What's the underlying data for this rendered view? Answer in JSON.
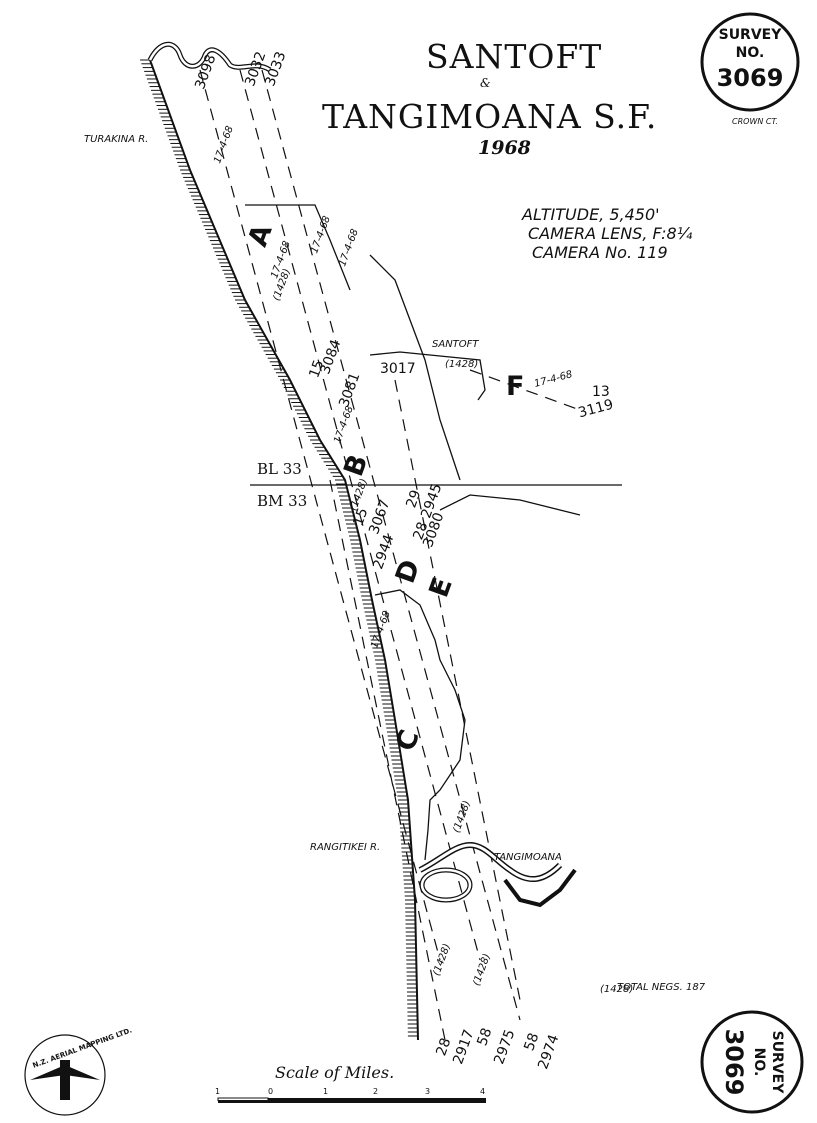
{
  "title": {
    "line1": "SANTOFT",
    "amp": "&",
    "line2": "TANGIMOANA S.F.",
    "year": "1968"
  },
  "survey_stamp": {
    "label_top": "SURVEY",
    "label_no": "NO.",
    "number": "3069",
    "credit": "CROWN CT."
  },
  "survey_stamp_bottom": {
    "label_top": "SURVEY",
    "label_no": "NO.",
    "number": "3069"
  },
  "flight_info": {
    "altitude": "ALTITUDE, 5,450'",
    "lens": "CAMERA LENS, F:8¼",
    "camera": "CAMERA No. 119"
  },
  "places": {
    "turakina": "TURAKINA R.",
    "santoft": "SANTOFT",
    "rangitikei": "RANGITIKEI R.",
    "tangimoana": "TANGIMOANA"
  },
  "sheet_lines": {
    "upper": "BL 33",
    "lower": "BM 33"
  },
  "flight_lines": [
    "A",
    "B",
    "C",
    "D",
    "E",
    "F"
  ],
  "dates": {
    "d1": "17-4-68",
    "d2": "17-4-68",
    "d3": "17-4-68",
    "d4": "17-4-68",
    "d5": "17-4-68",
    "d6": "17-4-68",
    "d7": "17-4-68"
  },
  "refs": {
    "r1": "(1428)",
    "r2": "(1428)",
    "r3": "(1428)",
    "r4": "(1428)",
    "r5": "(1428)",
    "r6": "(1428)",
    "r7": "(1428)"
  },
  "photo_numbers": {
    "top": [
      "3098",
      "3032",
      "3033"
    ],
    "a_mid": [
      "15",
      "3084",
      "3081",
      "3017"
    ],
    "f": [
      "13",
      "3119"
    ],
    "b": [
      "15",
      "3067",
      "2944"
    ],
    "de": [
      "28",
      "3080",
      "29",
      "2945"
    ],
    "bottom": [
      "28",
      "2917",
      "58",
      "2975",
      "58",
      "2974"
    ]
  },
  "total_negs": "TOTAL NEGS. 187",
  "scale": {
    "label": "Scale of Miles.",
    "ticks": [
      "1",
      "0",
      "1",
      "2",
      "3",
      "4"
    ]
  },
  "logo": {
    "text": "N.Z. AERIAL MAPPING LTD."
  }
}
